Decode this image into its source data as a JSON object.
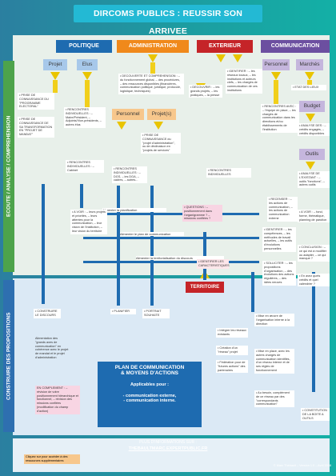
{
  "title": "DIRCOMS PUBLICS : REUSSIR SON ARRIVEE",
  "columns": [
    {
      "key": "politique",
      "label": "POLITIQUE",
      "color": "#1e6bb0"
    },
    {
      "key": "administration",
      "label": "ADMINISTRATION",
      "color": "#f0891b"
    },
    {
      "key": "exterieur",
      "label": "EXTERIEUR",
      "color": "#c52428"
    },
    {
      "key": "communication",
      "label": "COMMUNICATION",
      "color": "#6c4fa0"
    }
  ],
  "phases": {
    "phase1": "ECOUTE / ANALYSE / COMPREHENSION",
    "phase2": "CONSTRUIRE DES PROPOSITIONS"
  },
  "tabs": {
    "projet": "Projet",
    "elus": "Elus",
    "personnel_admin": "Personnel",
    "projets": "Projet(s)",
    "personnel_comm": "Personnel",
    "marches": "Marchés",
    "budget": "Budget",
    "outils": "Outils",
    "territoire": "TERRITOIRE"
  },
  "notes": {
    "n1": "• PRISE DE CONNAISSANCE DU \"PROGRAMME ELECTORAL\"",
    "n2": "• PRISE DE CONNAISSANCE DE SA TRANSFORMATION EN \"PROJET DE MANDAT\"",
    "n3": "• RENCONTRES INDIVIDUELLES : – Maire/Président, – Adjoints/Vice-présidents, – autres élus",
    "n4": "• DECOUVERTE ET COMPREHENSION : – du fonctionnement global, – des procédures, – des ressources disponibles (financières, communication politique, juridique, protocole, logistique, techniques)",
    "n5": "• PRISE DE CONNAISSANCE du \"projet d'administration\", ou de déclinaison en \"projets de services\"",
    "n6": "• RENCONTRES INDIVIDUELLES : – Cabinet",
    "n7": "• RENCONTRES INDIVIDUELLES : – DGS, – les DGA, – cadres, – autres...",
    "n8": "• DECOUVRIR : – les grands projets, – les pratiques, – la presse",
    "n9": "• IDENTIFIER : – les réseaux locaux, – les institutions et acteurs clefs, – les chargés de communication de ces institutions",
    "n10": "• RENCONTRES INDIVIDUELLES",
    "n11": "• ETAT DES LIEUX",
    "n12": "• RENCONTRES AVEC : – l'équipe en place, – les chargés de communication dans les directions et/ou établissements de l'institution",
    "n13": "• ANALYSE DES : – crédits engagés, – crédits disponibles",
    "n14": "• ANALYSE DE L'EXISTANT : – outils \"fonctions\", – autres outils",
    "n15": "• QUESTIONS : – positionnement dans l'organigramme ? – missions confiées ?",
    "n16": "• RECENSER : – les actions de communication, – les actions de communication externe",
    "n17": "• A VOIR : – leurs projets et priorités, – leurs attentes pour la communication, – leur vision de l'institution, – leur vision du territoire",
    "n18": "• IDENTIFIER : – les compétences, – les méthodes de travail actuelles, – les outils d'évolutions personnelles",
    "n19": "• SOLLICITER : – les propositions d'organisation, – des évolutions des actions régulières, – des idées neuves",
    "n20": "• A VOIR : – fond, forme, thématique, planning de parution",
    "n21": "• CONCLUSION : – ce qui est à modifier ou adapter, – ce qui manque ?",
    "n22": "• En avez quels crédits et quel calendrier ?",
    "n23": "• IDENTIFIER LES CARACTERISTIQUES",
    "n24": "• CONSTRUIRE LE DISCOURS",
    "n25": "• PLANIFIER",
    "n26": "• PORTRAIT SOUHAITE",
    "n27": "• Intégrer les réseaux existants",
    "n28": "• Création d'un \"réseau\" projet",
    "n29": "• Fédération pour de \"futures actions\" des partenaires",
    "n30": "• Mise en œuvre de l'organisation interne à la direction",
    "n31": "• Mise en place, avec les autres chargés de communication identifiés, d'un réseau interne et de ses règles de fonctionnement",
    "n32": "• Au besoin, complément de ce réseau par des \"correspondants communication\"",
    "n33": "• CONSTITUTION DE LA BOITE A OUTILS",
    "n34": "Alimentation des \"grands axes de communication\" en cohérence avec le projet de mandat et le projet d'administration",
    "n35": "EN COMPLEMENT : – révision de votre positionnement hiérarchique et fonctionnel, – révision des missions confiées (modification du champ d'action)"
  },
  "flow_labels": {
    "f1": "Alimenter la planification",
    "f2": "Alimenter le plan de communication",
    "f3": "Alimenter la territorialisation du discours"
  },
  "plan": {
    "line1": "PLAN DE COMMUNICATION",
    "line2": "& MOYENS D'ACTIONS",
    "line3": "Applicables pour :",
    "line4": "- communication externe,",
    "line5": "- communication interne."
  },
  "footer": {
    "info": "PLUS D'INFORMATIONS SUR :",
    "link": "THEBAULTMARC.EXPERTPUBLIC.FR",
    "hint": "Cliquez sur pour accéder à des ressources supplémentaires",
    "credit": "© Marc Thébault – Version 1.0 – Avril 2018"
  }
}
